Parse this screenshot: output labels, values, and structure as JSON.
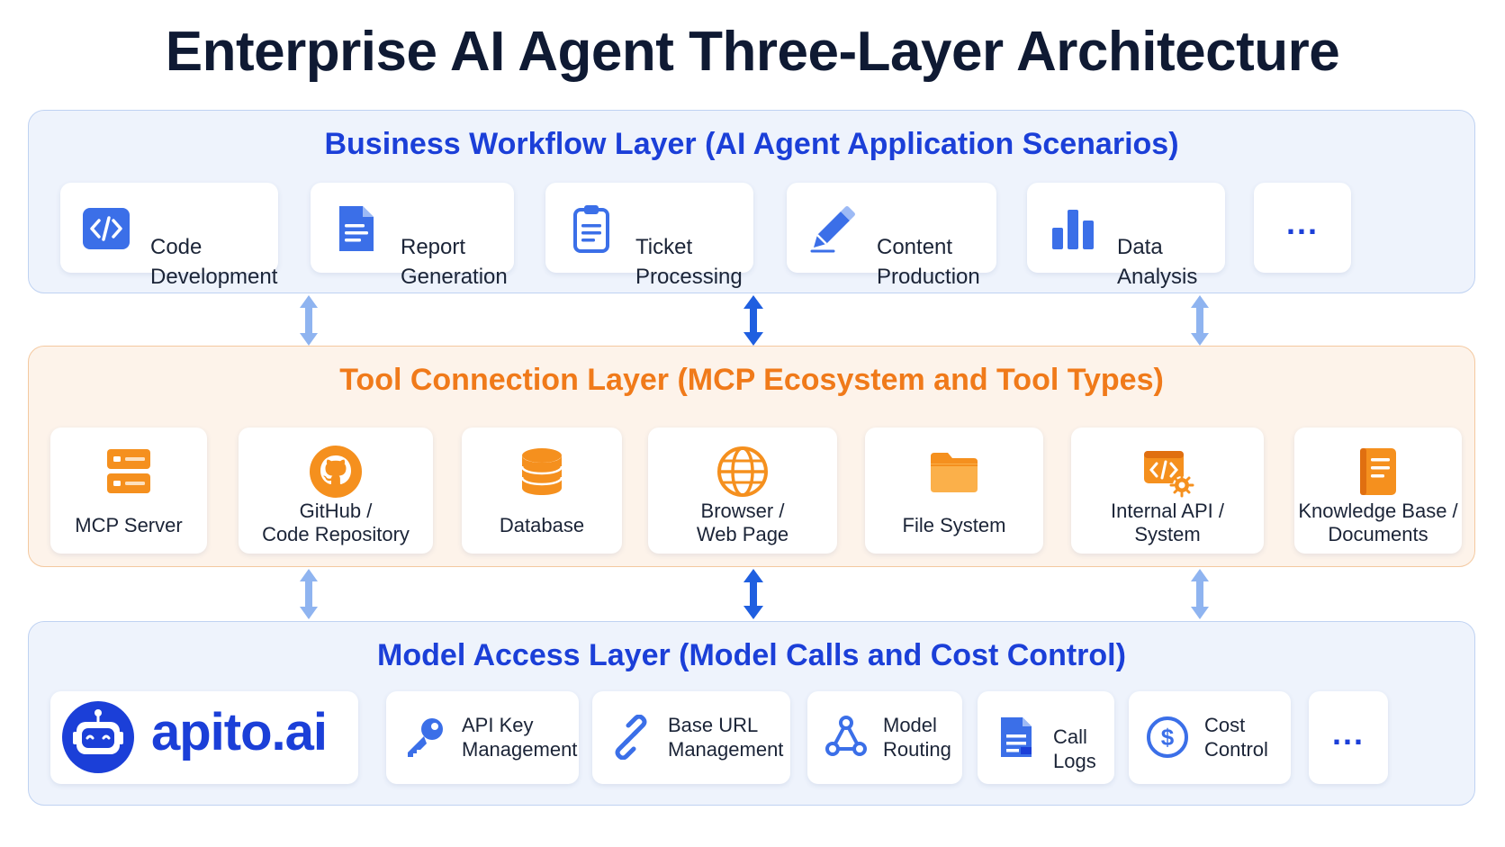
{
  "title": "Enterprise AI Agent Three-Layer Architecture",
  "business_layer": {
    "title": "Business Workflow Layer (AI Agent Application Scenarios)",
    "cards": [
      {
        "icon": "code-icon",
        "line1": "Code",
        "line2": "Development"
      },
      {
        "icon": "report-icon",
        "line1": "Report",
        "line2": "Generation"
      },
      {
        "icon": "clipboard-icon",
        "line1": "Ticket",
        "line2": "Processing"
      },
      {
        "icon": "pencil-icon",
        "line1": "Content",
        "line2": "Production"
      },
      {
        "icon": "bar-chart-icon",
        "line1": "Data",
        "line2": "Analysis"
      }
    ],
    "more": "..."
  },
  "tool_layer": {
    "title": "Tool Connection Layer  (MCP Ecosystem and Tool Types)",
    "cards": [
      {
        "icon": "server-icon",
        "line1": "MCP Server",
        "line2": ""
      },
      {
        "icon": "github-icon",
        "line1": "GitHub /",
        "line2": "Code Repository"
      },
      {
        "icon": "database-icon",
        "line1": "Database",
        "line2": ""
      },
      {
        "icon": "globe-icon",
        "line1": "Browser /",
        "line2": "Web Page"
      },
      {
        "icon": "folder-icon",
        "line1": "File System",
        "line2": ""
      },
      {
        "icon": "api-gear-icon",
        "line1": "Internal API /",
        "line2": "System"
      },
      {
        "icon": "document-icon",
        "line1": "Knowledge Base /",
        "line2": "Documents"
      }
    ]
  },
  "model_layer": {
    "title": "Model Access Layer  (Model Calls and Cost Control)",
    "brand": "apito.ai",
    "cards": [
      {
        "icon": "key-icon",
        "line1": "API Key",
        "line2": "Management"
      },
      {
        "icon": "link-icon",
        "line1": "Base URL",
        "line2": "Management"
      },
      {
        "icon": "routing-icon",
        "line1": "Model",
        "line2": "Routing"
      },
      {
        "icon": "log-icon",
        "line1": "Call Logs",
        "line2": ""
      },
      {
        "icon": "dollar-icon",
        "line1": "Cost",
        "line2": "Control"
      }
    ],
    "more": "..."
  },
  "colors": {
    "blue_accent": "#1b3fd8",
    "icon_blue": "#3b6fe8",
    "orange_accent": "#f07a1a",
    "arrow_light": "#8fb4f0",
    "arrow_dark": "#1f5fe0"
  }
}
